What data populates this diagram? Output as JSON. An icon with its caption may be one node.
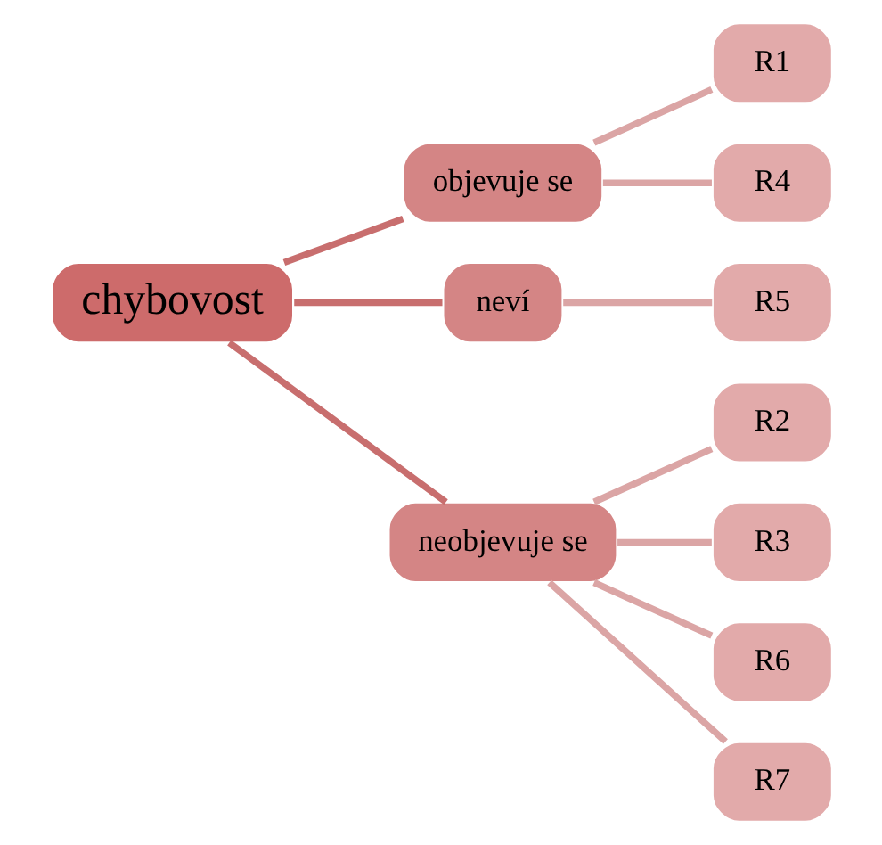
{
  "diagram": {
    "nodes": [
      {
        "text": [
          "chybovost"
        ]
      },
      {
        "text": [
          "objevuje se"
        ]
      },
      {
        "text": [
          "neví"
        ]
      },
      {
        "text": [
          "neobjevuje se"
        ]
      },
      {
        "text": [
          "R1"
        ]
      },
      {
        "text": [
          "R4"
        ]
      },
      {
        "text": [
          "R5"
        ]
      },
      {
        "text": [
          "R2"
        ]
      },
      {
        "text": [
          "R3"
        ]
      },
      {
        "text": [
          "R6"
        ]
      },
      {
        "text": [
          "R7"
        ]
      }
    ],
    "edges": [
      {
        "from": 0,
        "to": 1,
        "arrow": "none",
        "color": "#c86e6e"
      },
      {
        "from": 0,
        "to": 2,
        "arrow": "none",
        "color": "#c86e6e"
      },
      {
        "from": 0,
        "to": 3,
        "arrow": "none",
        "color": "#c86e6e"
      },
      {
        "from": 1,
        "to": 4,
        "arrow": "none"
      },
      {
        "from": 1,
        "to": 5,
        "arrow": "none"
      },
      {
        "from": 2,
        "to": 6,
        "arrow": "none"
      },
      {
        "from": 3,
        "to": 7,
        "arrow": "none"
      },
      {
        "from": 3,
        "to": 8,
        "arrow": "none"
      },
      {
        "from": 3,
        "to": 9,
        "arrow": "none"
      },
      {
        "from": 3,
        "to": 10,
        "arrow": "none"
      }
    ]
  }
}
